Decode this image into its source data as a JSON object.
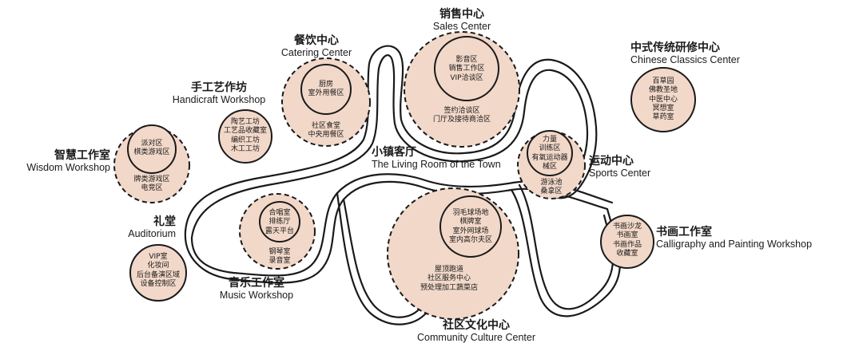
{
  "colors": {
    "fill": "#f2d8c9",
    "stroke": "#1a1a1a",
    "background": "#ffffff"
  },
  "centers": {
    "sales": {
      "title_zh": "销售中心",
      "title_en": "Sales Center",
      "inner": [
        "影音区",
        "销售工作区",
        "VIP洽谈区"
      ],
      "outer": [
        "签约洽谈区",
        "门厅及接待商洽区"
      ]
    },
    "catering": {
      "title_zh": "餐饮中心",
      "title_en": "Catering Center",
      "inner": [
        "厨房",
        "室外用餐区"
      ],
      "outer": [
        "社区食堂",
        "中央用餐区"
      ]
    },
    "chinese": {
      "title_zh": "中式传统研修中心",
      "title_en": "Chinese Classics Center",
      "items": [
        "百草园",
        "佛教圣地",
        "中医中心",
        "冥想室",
        "草药室"
      ]
    },
    "handicraft": {
      "title_zh": "手工艺作坊",
      "title_en": "Handicraft Workshop",
      "items": [
        "陶艺工坊",
        "工艺品收藏室",
        "编织工坊",
        "木工工坊"
      ]
    },
    "wisdom": {
      "title_zh": "智慧工作室",
      "title_en": "Wisdom Workshop",
      "inner": [
        "派对区",
        "棋类游戏区"
      ],
      "outer": [
        "牌类游戏区",
        "电竞区"
      ]
    },
    "living": {
      "title_zh": "小镇客厅",
      "title_en": "The Living Room of the Town"
    },
    "sports": {
      "title_zh": "运动中心",
      "title_en": "Sports Center",
      "inner": [
        "力量",
        "训练区",
        "有氧运动器",
        "械区"
      ],
      "outer": [
        "游泳池",
        "桑拿区"
      ]
    },
    "auditorium": {
      "title_zh": "礼堂",
      "title_en": "Auditorium",
      "items": [
        "VIP室",
        "化妆间",
        "后台备演区域",
        "设备控制区"
      ]
    },
    "music": {
      "title_zh": "音乐工作室",
      "title_en": "Music Workshop",
      "inner": [
        "合唱室",
        "排练厅",
        "露天平台"
      ],
      "outer": [
        "钢琴室",
        "录音室"
      ]
    },
    "culture": {
      "title_zh": "社区文化中心",
      "title_en": "Community Culture Center",
      "inner": [
        "羽毛球场地",
        "棋牌室",
        "室外网球场",
        "室内高尔夫区"
      ],
      "outer": [
        "屋顶跑道",
        "社区服务中心",
        "预处理加工蔬菜店"
      ]
    },
    "calligraphy": {
      "title_zh": "书画工作室",
      "title_en": "Calligraphy and Painting Workshop",
      "items": [
        "书画沙龙",
        "书画室",
        "书画作品",
        "收藏室"
      ]
    }
  }
}
